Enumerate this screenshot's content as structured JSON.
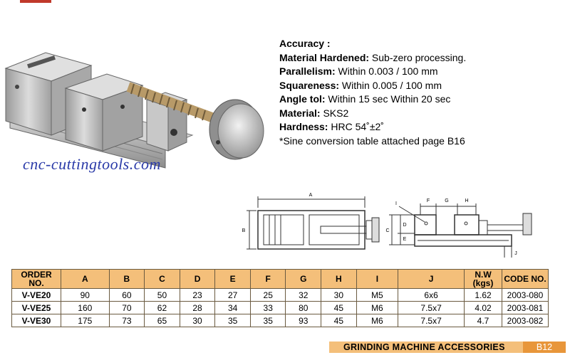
{
  "watermark": "cnc-cuttingtools.com",
  "specs": {
    "accuracy_label": "Accuracy :",
    "items": [
      {
        "label": "Material Hardened:",
        "value": " Sub-zero processing."
      },
      {
        "label": "Parallelism:",
        "value": " Within 0.003 / 100 mm"
      },
      {
        "label": "Squareness:",
        "value": " Within 0.005 / 100 mm"
      },
      {
        "label": "Angle tol:",
        "value": " Within 15 sec Within 20 sec"
      },
      {
        "label": "Material:",
        "value": " SKS2"
      },
      {
        "label": "Hardness:",
        "value": " HRC 54˚±2˚"
      }
    ],
    "note": "*Sine conversion table attached page B16"
  },
  "drawing": {
    "top_labels": [
      "A",
      "B"
    ],
    "side_labels": [
      "I",
      "F",
      "G",
      "H",
      "C",
      "D",
      "E",
      "J"
    ]
  },
  "table": {
    "headers": [
      "ORDER NO.",
      "A",
      "B",
      "C",
      "D",
      "E",
      "F",
      "G",
      "H",
      "I",
      "J",
      "N.W (kgs)",
      "CODE NO."
    ],
    "rows": [
      [
        "V-VE20",
        "90",
        "60",
        "50",
        "23",
        "27",
        "25",
        "32",
        "30",
        "M5",
        "6x6",
        "1.62",
        "2003-080"
      ],
      [
        "V-VE25",
        "160",
        "70",
        "62",
        "28",
        "34",
        "33",
        "80",
        "45",
        "M6",
        "7.5x7",
        "4.02",
        "2003-081"
      ],
      [
        "V-VE30",
        "175",
        "73",
        "65",
        "30",
        "35",
        "35",
        "93",
        "45",
        "M6",
        "7.5x7",
        "4.7",
        "2003-082"
      ]
    ]
  },
  "footer": {
    "title": "GRINDING MACHINE ACCESSORIES",
    "page": "B12"
  }
}
